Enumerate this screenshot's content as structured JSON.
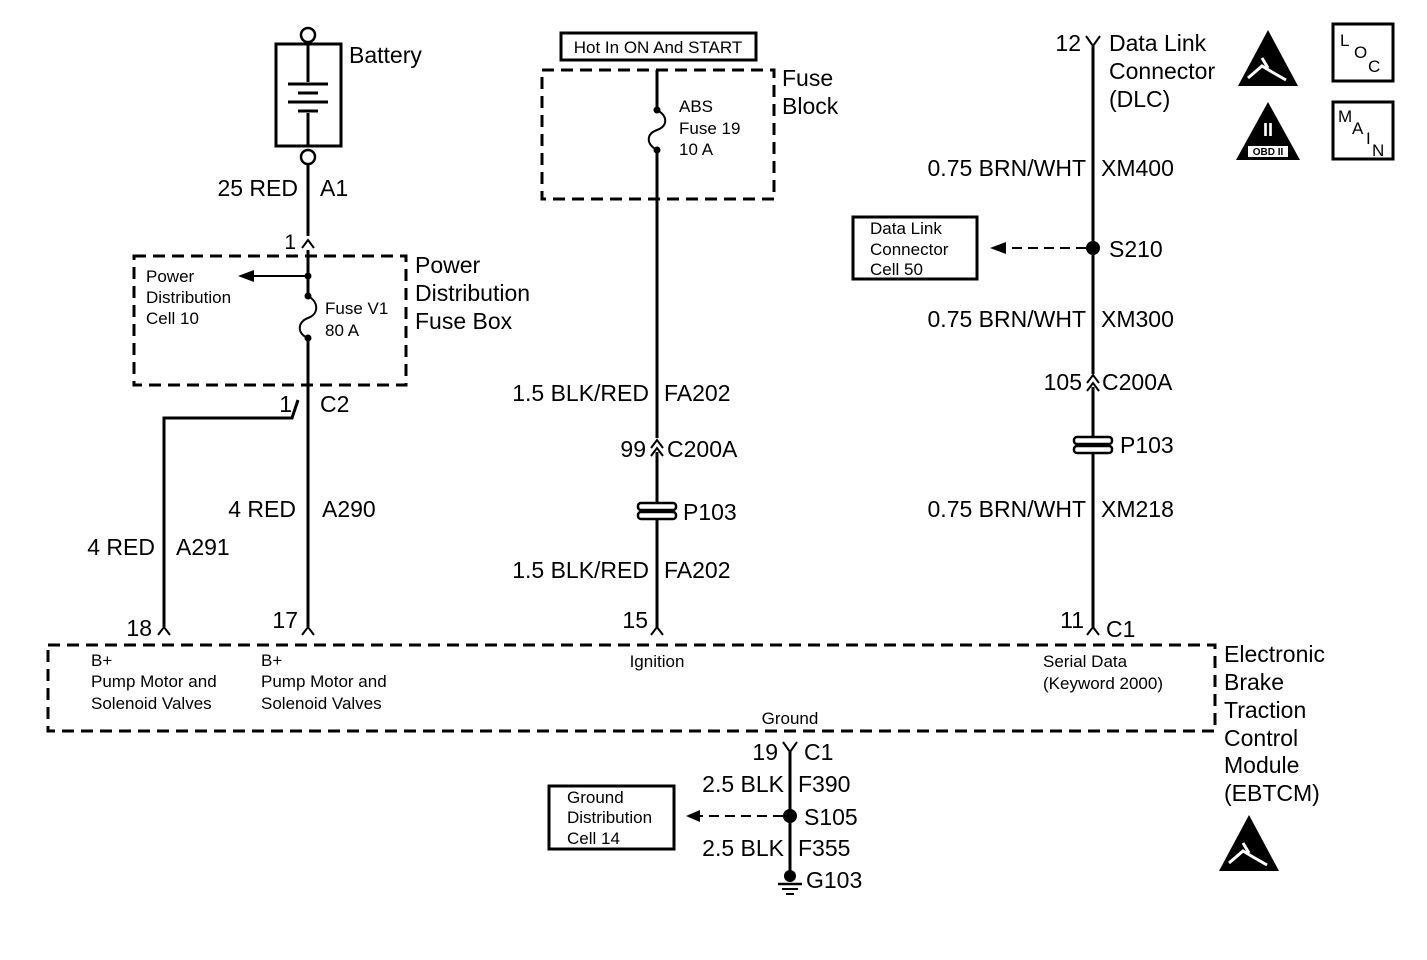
{
  "battery": {
    "label": "Battery",
    "wire_size_color": "25 RED",
    "circuit": "A1"
  },
  "power_dist": {
    "pin": "1",
    "title_lines": [
      "Power",
      "Distribution",
      "Fuse Box"
    ],
    "ref_lines": [
      "Power",
      "Distribution",
      "Cell 10"
    ],
    "fuse_lines": [
      "Fuse V1",
      "80 A"
    ],
    "connector_pin": "1",
    "connector": "C2"
  },
  "fuse_block": {
    "hot_label": "Hot In ON And START",
    "title_lines": [
      "Fuse",
      "Block"
    ],
    "fuse_lines": [
      "ABS",
      "Fuse 19",
      "10 A"
    ]
  },
  "wires": {
    "a291": {
      "size_color": "4 RED",
      "circuit": "A291"
    },
    "a290": {
      "size_color": "4 RED",
      "circuit": "A290"
    },
    "fa202_top": {
      "size_color": "1.5 BLK/RED",
      "circuit": "FA202"
    },
    "fa202_bottom": {
      "size_color": "1.5 BLK/RED",
      "circuit": "FA202"
    },
    "xm400": {
      "size_color": "0.75 BRN/WHT",
      "circuit": "XM400"
    },
    "xm300": {
      "size_color": "0.75 BRN/WHT",
      "circuit": "XM300"
    },
    "xm218": {
      "size_color": "0.75 BRN/WHT",
      "circuit": "XM218"
    },
    "f390": {
      "size_color": "2.5 BLK",
      "circuit": "F390"
    },
    "f355": {
      "size_color": "2.5 BLK",
      "circuit": "F355"
    }
  },
  "connectors": {
    "c200a_ign": {
      "pin": "99",
      "name": "C200A"
    },
    "c200a_data": {
      "pin": "105",
      "name": "C200A"
    },
    "p103": "P103"
  },
  "dlc": {
    "pin": "12",
    "title_lines": [
      "Data Link",
      "Connector",
      "(DLC)"
    ],
    "splice": "S210",
    "ref_lines": [
      "Data Link",
      "Connector",
      "Cell 50"
    ]
  },
  "module": {
    "pins": {
      "p18": "18",
      "p17": "17",
      "p15": "15",
      "p11": "11",
      "c1": "C1"
    },
    "b_plus": "B+",
    "pump_lines": [
      "Pump Motor and",
      "Solenoid Valves"
    ],
    "ignition": "Ignition",
    "serial_lines": [
      "Serial Data",
      "(Keyword 2000)"
    ],
    "ground": "Ground",
    "title_lines": [
      "Electronic",
      "Brake",
      "Traction",
      "Control",
      "Module",
      "(EBTCM)"
    ]
  },
  "ground": {
    "pin": "19",
    "connector": "C1",
    "splice": "S105",
    "point": "G103",
    "ref_lines": [
      "Ground",
      "Distribution",
      "Cell 14"
    ]
  },
  "icons": {
    "loc_letters": [
      "L",
      "O",
      "C"
    ],
    "main_letters": [
      "M",
      "A",
      "I",
      "N"
    ],
    "obd_numeral": "II",
    "obd_label": "OBD II"
  }
}
